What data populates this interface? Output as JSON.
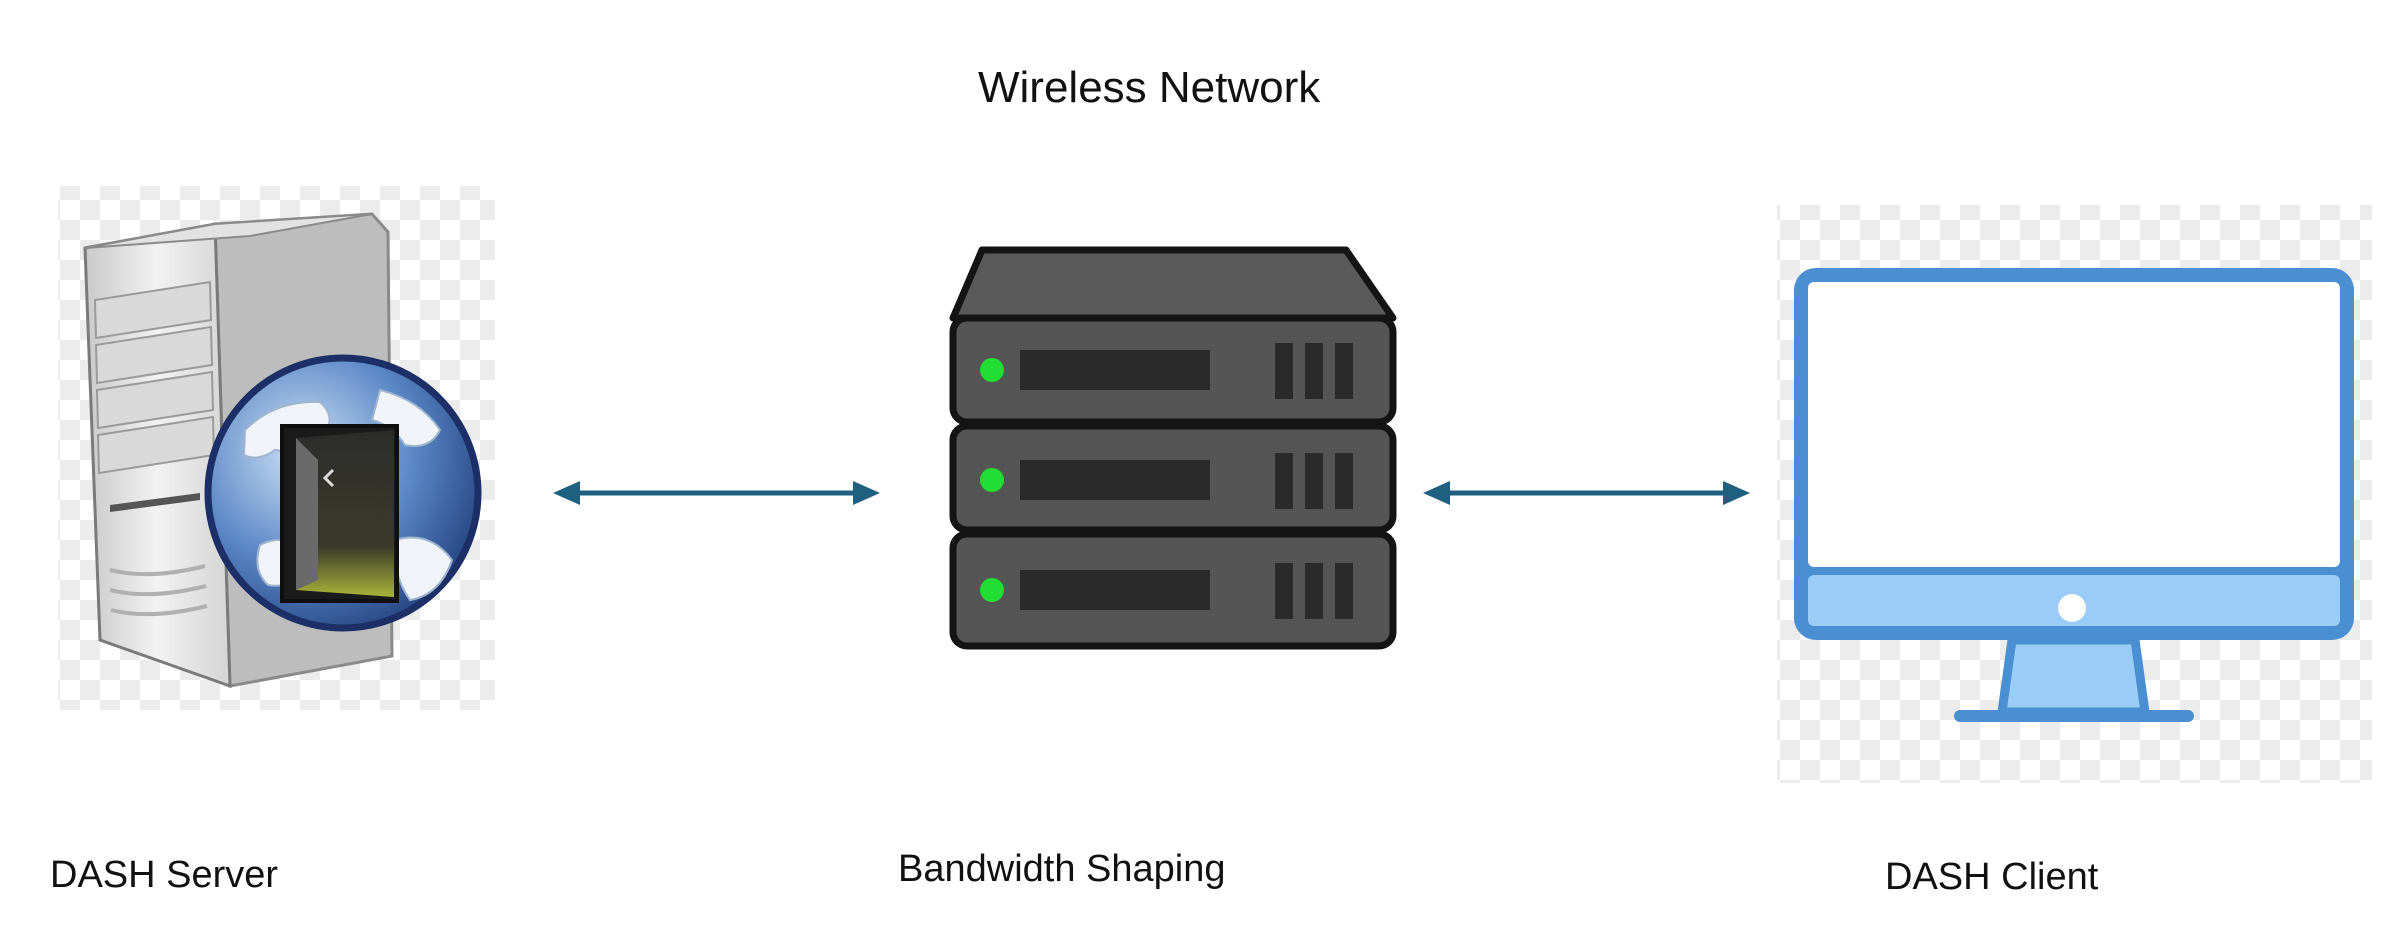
{
  "diagram": {
    "title": "Wireless Network",
    "nodes": {
      "server": {
        "label": "DASH Server",
        "icon": "web-server-globe-icon"
      },
      "shaper": {
        "label": "Bandwidth Shaping",
        "icon": "rack-server-icon"
      },
      "client": {
        "label": "DASH Client",
        "icon": "desktop-monitor-icon"
      }
    },
    "edges": [
      {
        "from": "server",
        "to": "shaper",
        "direction": "bidirectional"
      },
      {
        "from": "shaper",
        "to": "client",
        "direction": "bidirectional"
      }
    ]
  },
  "colors": {
    "arrow": "#1f5f7f",
    "led": "#22dd33",
    "rack_body": "#555555",
    "monitor_frame": "#4a8fd1",
    "monitor_base": "#99ccf7",
    "globe_ocean": "#3f6fb8",
    "checker": "#ececec"
  }
}
